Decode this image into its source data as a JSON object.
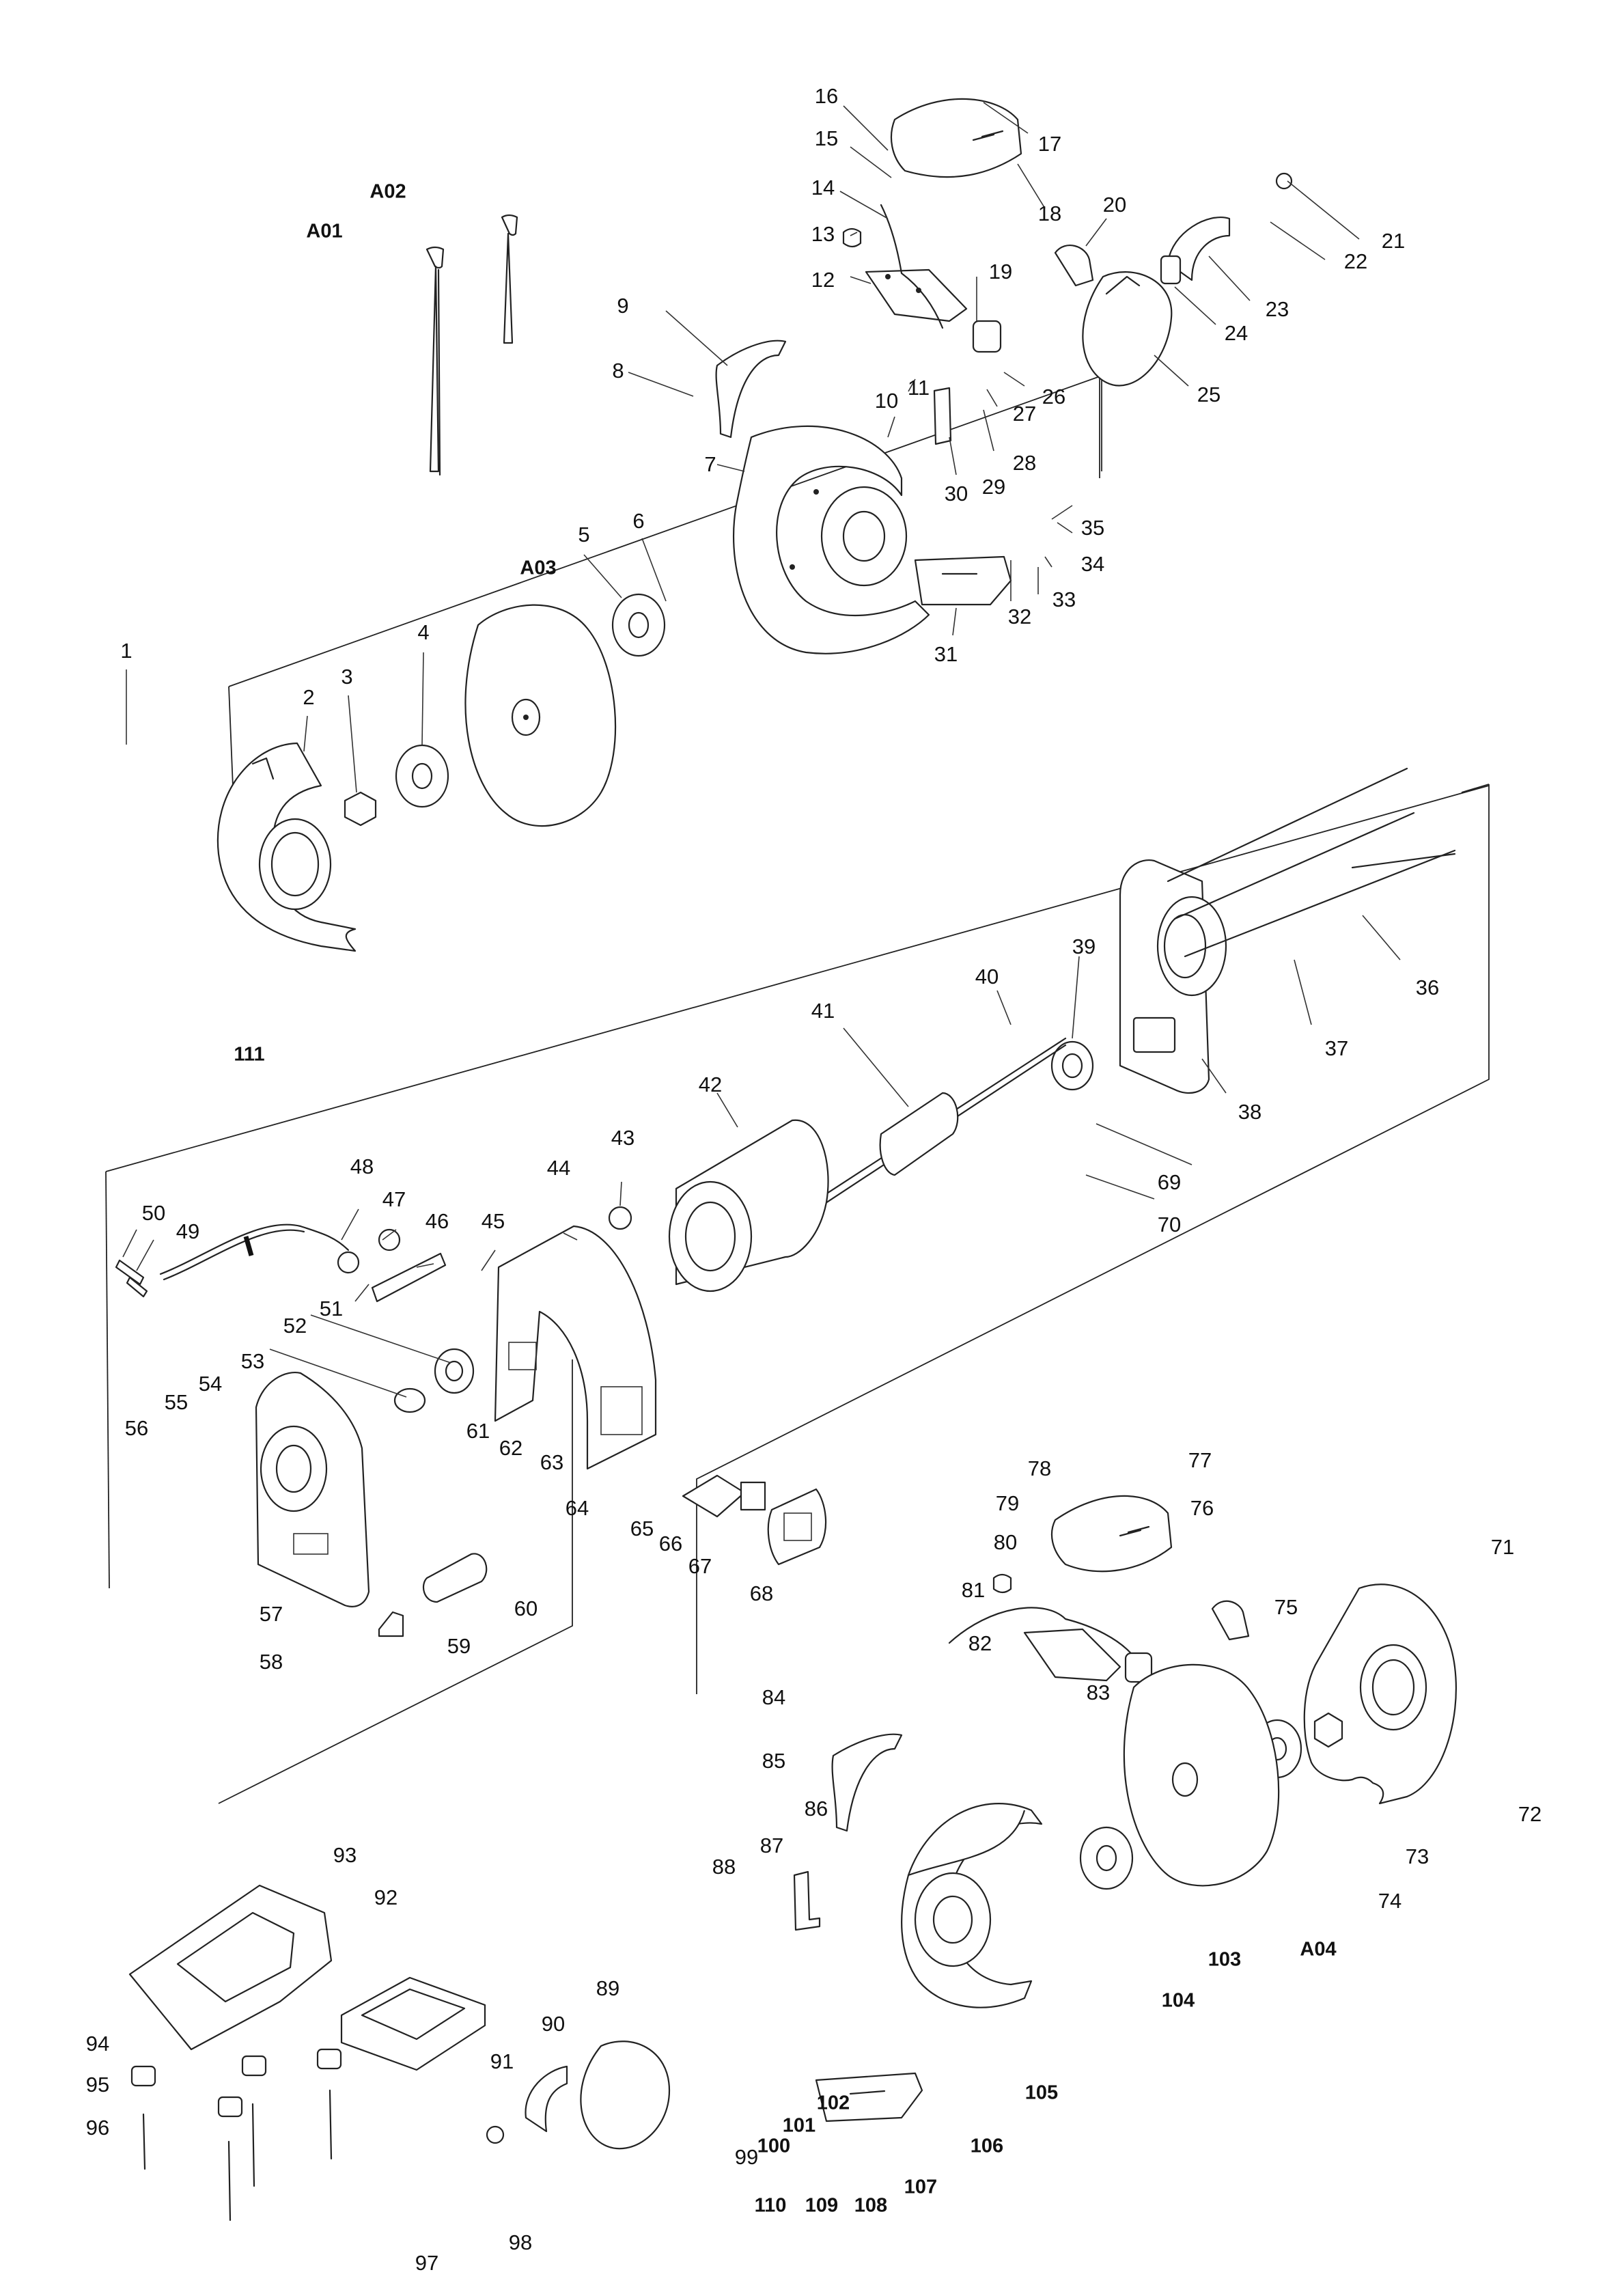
{
  "diagram": {
    "part_numbers": [
      "1",
      "2",
      "3",
      "4",
      "5",
      "6",
      "7",
      "8",
      "9",
      "10",
      "11",
      "12",
      "13",
      "14",
      "15",
      "16",
      "17",
      "18",
      "19",
      "20",
      "21",
      "22",
      "23",
      "24",
      "25",
      "26",
      "27",
      "28",
      "29",
      "30",
      "31",
      "32",
      "33",
      "34",
      "35",
      "36",
      "37",
      "38",
      "39",
      "40",
      "41",
      "42",
      "43",
      "44",
      "45",
      "46",
      "47",
      "48",
      "49",
      "50",
      "51",
      "52",
      "53",
      "54",
      "55",
      "56",
      "57",
      "58",
      "59",
      "60",
      "61",
      "62",
      "63",
      "64",
      "65",
      "66",
      "67",
      "68",
      "69",
      "70",
      "71",
      "72",
      "73",
      "74",
      "75",
      "76",
      "77",
      "78",
      "79",
      "80",
      "81",
      "82",
      "83",
      "84",
      "85",
      "86",
      "87",
      "88",
      "89",
      "90",
      "91",
      "92",
      "93",
      "94",
      "95",
      "96",
      "97",
      "98",
      "99",
      "100",
      "101",
      "102",
      "103",
      "104",
      "105",
      "106",
      "107",
      "108",
      "109",
      "110",
      "111"
    ],
    "accessory_codes": [
      "A01",
      "A02",
      "A03",
      "A04"
    ]
  }
}
